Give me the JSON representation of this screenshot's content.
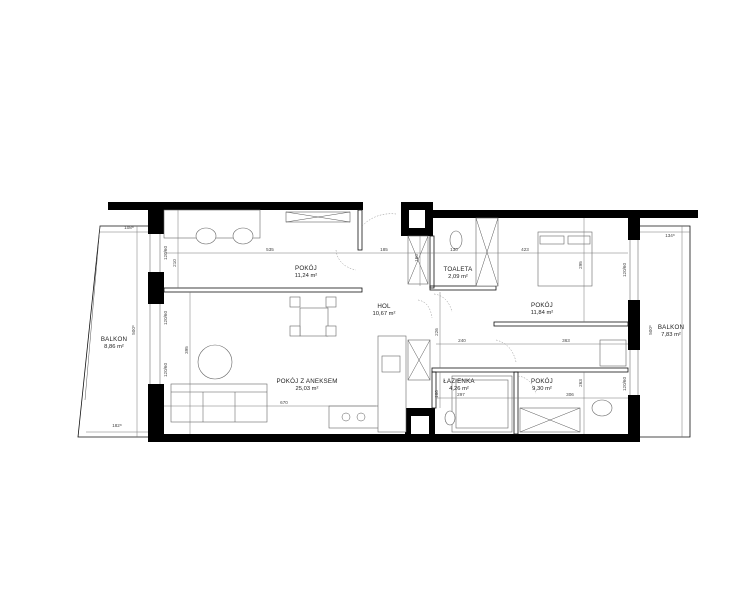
{
  "rooms": [
    {
      "id": "pokoj-1",
      "name": "POKÓJ",
      "area": "11,24 m²"
    },
    {
      "id": "toaleta",
      "name": "TOALETA",
      "area": "2,09 m²"
    },
    {
      "id": "hol",
      "name": "HOL",
      "area": "10,67 m²"
    },
    {
      "id": "pokoj-2",
      "name": "POKÓJ",
      "area": "11,84 m²"
    },
    {
      "id": "balkon-left",
      "name": "BALKON",
      "area": "8,86 m²"
    },
    {
      "id": "balkon-right",
      "name": "BALKON",
      "area": "7,83 m²"
    },
    {
      "id": "pokoj-aneks",
      "name": "POKÓJ Z ANEKSEM",
      "area": "25,03 m²"
    },
    {
      "id": "lazienka",
      "name": "ŁAZIENKA",
      "area": "4,26 m²"
    },
    {
      "id": "pokoj-3",
      "name": "POKÓJ",
      "area": "9,30 m²"
    }
  ],
  "dimensions": {
    "d535": "535",
    "d185": "185",
    "d130": "130",
    "d423": "423",
    "d240": "240",
    "d363": "363",
    "d670": "670",
    "d297": "297",
    "d306": "306",
    "d108": "108⁸",
    "d134": "134⁸",
    "d182": "182⁸",
    "d210": "210",
    "d295": "295",
    "d395": "395",
    "d226": "226",
    "d160": "160",
    "d160b": "160",
    "d263": "263",
    "d500l": "500⁸",
    "d500r": "500⁸",
    "dwin1": "120/60",
    "dwin2": "120/60",
    "dwin3": "120/60",
    "dwin4": "120/60",
    "dwin5": "120/60"
  }
}
